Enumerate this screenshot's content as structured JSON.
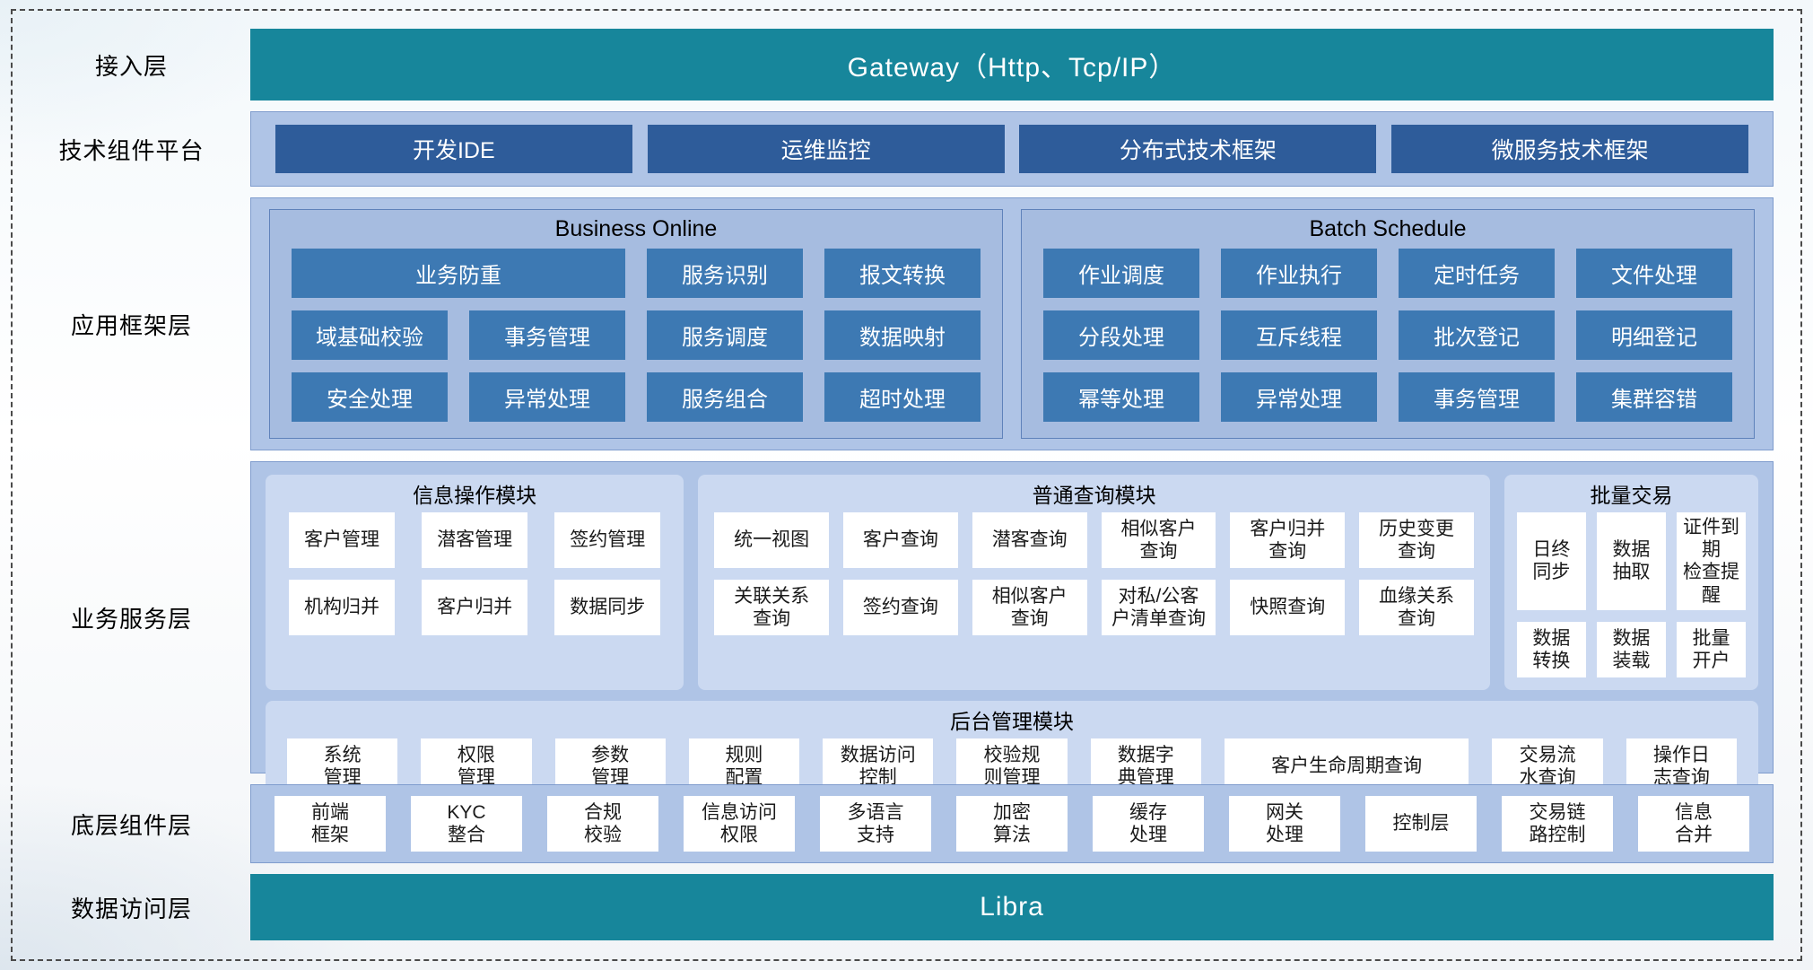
{
  "colors": {
    "teal": "#17869B",
    "dark_blue": "#2E5C9A",
    "mid_blue": "#3D79B3",
    "container_blue": "#AFC4E6",
    "panel_blue": "#CBD9F1"
  },
  "access_layer": {
    "label": "接入层",
    "gateway": "Gateway（Http、Tcp/IP）"
  },
  "tech_platform": {
    "label": "技术组件平台",
    "items": [
      "开发IDE",
      "运维监控",
      "分布式技术框架",
      "微服务技术框架"
    ]
  },
  "app_framework": {
    "label": "应用框架层",
    "business_online": {
      "title": "Business Online",
      "cells": [
        {
          "label": "业务防重",
          "span": 2
        },
        {
          "label": "服务识别"
        },
        {
          "label": "报文转换"
        },
        {
          "label": "域基础校验"
        },
        {
          "label": "事务管理"
        },
        {
          "label": "服务调度"
        },
        {
          "label": "数据映射"
        },
        {
          "label": "安全处理"
        },
        {
          "label": "异常处理"
        },
        {
          "label": "服务组合"
        },
        {
          "label": "超时处理"
        }
      ]
    },
    "batch_schedule": {
      "title": "Batch Schedule",
      "cells": [
        {
          "label": "作业调度"
        },
        {
          "label": "作业执行"
        },
        {
          "label": "定时任务"
        },
        {
          "label": "文件处理"
        },
        {
          "label": "分段处理"
        },
        {
          "label": "互斥线程"
        },
        {
          "label": "批次登记"
        },
        {
          "label": "明细登记"
        },
        {
          "label": "幂等处理"
        },
        {
          "label": "异常处理"
        },
        {
          "label": "事务管理"
        },
        {
          "label": "集群容错"
        }
      ]
    }
  },
  "business_service": {
    "label": "业务服务层",
    "info_module": {
      "title": "信息操作模块",
      "cells": [
        "客户管理",
        "潜客管理",
        "签约管理",
        "机构归并",
        "客户归并",
        "数据同步"
      ]
    },
    "query_module": {
      "title": "普通查询模块",
      "cells": [
        "统一视图",
        "客户查询",
        "潜客查询",
        "相似客户\n查询",
        "客户归并\n查询",
        "历史变更\n查询",
        "关联关系\n查询",
        "签约查询",
        "相似客户\n查询",
        "对私/公客\n户清单查询",
        "快照查询",
        "血缘关系\n查询"
      ]
    },
    "batch_module": {
      "title": "批量交易",
      "cells": [
        "日终\n同步",
        "数据\n抽取",
        "证件到期\n检查提醒",
        "数据\n转换",
        "数据\n装载",
        "批量\n开户"
      ]
    },
    "admin_module": {
      "title": "后台管理模块",
      "cells": [
        {
          "label": "系统\n管理"
        },
        {
          "label": "权限\n管理"
        },
        {
          "label": "参数\n管理"
        },
        {
          "label": "规则\n配置"
        },
        {
          "label": "数据访问\n控制"
        },
        {
          "label": "校验规\n则管理"
        },
        {
          "label": "数据字\n典管理"
        },
        {
          "label": "客户生命周期查询",
          "span": 2
        },
        {
          "label": "交易流\n水查询"
        },
        {
          "label": "操作日\n志查询"
        }
      ]
    }
  },
  "base_components": {
    "label": "底层组件层",
    "cells": [
      "前端\n框架",
      "KYC\n整合",
      "合规\n校验",
      "信息访问\n权限",
      "多语言\n支持",
      "加密\n算法",
      "缓存\n处理",
      "网关\n处理",
      "控制层",
      "交易链\n路控制",
      "信息\n合并"
    ]
  },
  "data_access": {
    "label": "数据访问层",
    "bar": "Libra"
  }
}
